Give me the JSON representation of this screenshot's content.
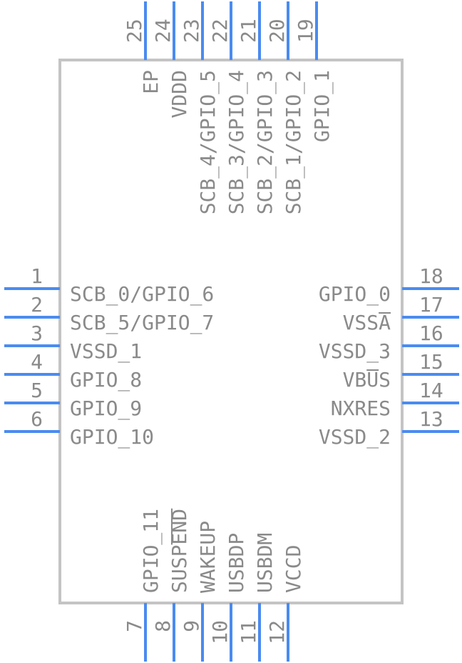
{
  "colors": {
    "pin": "#4a8bf0",
    "body_stroke": "#c4c4c4",
    "text": "#8a8a8a"
  },
  "pins": {
    "left": [
      {
        "num": "1",
        "name": "SCB_0/GPIO_6"
      },
      {
        "num": "2",
        "name": "SCB_5/GPIO_7"
      },
      {
        "num": "3",
        "name": "VSSD_1"
      },
      {
        "num": "4",
        "name": "GPIO_8"
      },
      {
        "num": "5",
        "name": "GPIO_9"
      },
      {
        "num": "6",
        "name": "GPIO_10"
      }
    ],
    "bottom": [
      {
        "num": "7",
        "name": "GPIO_11"
      },
      {
        "num": "8",
        "name": "SUSPEND"
      },
      {
        "num": "9",
        "name": "WAKEUP"
      },
      {
        "num": "10",
        "name": "USBDP"
      },
      {
        "num": "11",
        "name": "USBDM"
      },
      {
        "num": "12",
        "name": "VCCD"
      }
    ],
    "right": [
      {
        "num": "13",
        "name": "VSSD_2"
      },
      {
        "num": "14",
        "name": "NXRES"
      },
      {
        "num": "15",
        "name": "VBUS"
      },
      {
        "num": "16",
        "name": "VSSD_3"
      },
      {
        "num": "17",
        "name": "VSSA"
      },
      {
        "num": "18",
        "name": "GPIO_0"
      }
    ],
    "top": [
      {
        "num": "19",
        "name": "GPIO_1"
      },
      {
        "num": "20",
        "name": "SCB_1/GPIO_2"
      },
      {
        "num": "21",
        "name": "SCB_2/GPIO_3"
      },
      {
        "num": "22",
        "name": "SCB_3/GPIO_4"
      },
      {
        "num": "23",
        "name": "SCB_4/GPIO_5"
      },
      {
        "num": "24",
        "name": "VDDD"
      },
      {
        "num": "25",
        "name": "EP"
      }
    ]
  }
}
